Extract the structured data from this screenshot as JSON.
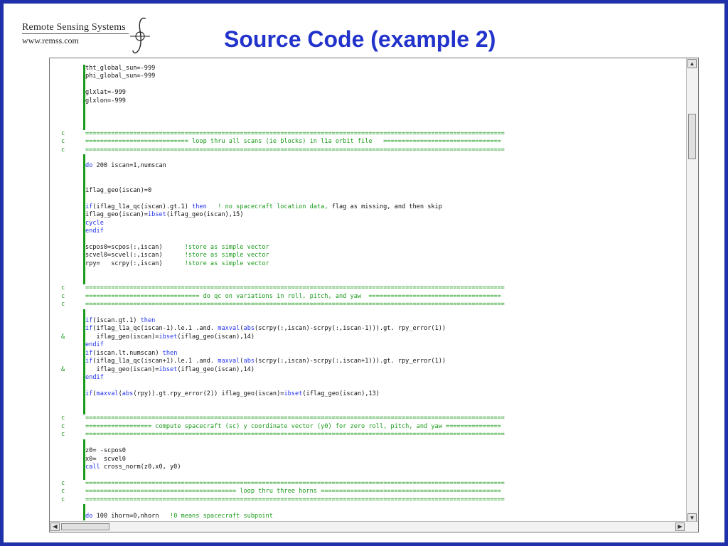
{
  "logo": {
    "line1": "Remote Sensing Systems",
    "line2": "www.remss.com"
  },
  "title": "Source Code (example 2)",
  "code_lines": [
    {
      "m": "",
      "s": [
        {
          "t": "tht_global_sun=-999",
          "c": ""
        }
      ]
    },
    {
      "m": "",
      "s": [
        {
          "t": "phi_global_sun=-999",
          "c": ""
        }
      ]
    },
    {
      "m": "",
      "s": []
    },
    {
      "m": "",
      "s": [
        {
          "t": "glxlat=-999",
          "c": ""
        }
      ]
    },
    {
      "m": "",
      "s": [
        {
          "t": "glxlon=-999",
          "c": ""
        }
      ]
    },
    {
      "m": "",
      "s": []
    },
    {
      "m": "",
      "s": []
    },
    {
      "m": "",
      "s": []
    },
    {
      "m": "c",
      "s": [
        {
          "t": "==================================================================================================================",
          "c": "cm"
        }
      ]
    },
    {
      "m": "c",
      "s": [
        {
          "t": "============================ loop thru all scans (ie blocks) in l1a orbit file   ================================",
          "c": "cm"
        }
      ]
    },
    {
      "m": "c",
      "s": [
        {
          "t": "==================================================================================================================",
          "c": "cm"
        }
      ]
    },
    {
      "m": "",
      "s": []
    },
    {
      "m": "",
      "s": [
        {
          "t": "do",
          "c": "kw"
        },
        {
          "t": " 200 iscan=1,numscan",
          "c": ""
        }
      ]
    },
    {
      "m": "",
      "s": []
    },
    {
      "m": "",
      "s": []
    },
    {
      "m": "",
      "s": [
        {
          "t": "iflag_geo(iscan)=0",
          "c": ""
        }
      ]
    },
    {
      "m": "",
      "s": []
    },
    {
      "m": "",
      "s": [
        {
          "t": "if",
          "c": "kw"
        },
        {
          "t": "(iflag_l1a_qc(iscan).gt.1) ",
          "c": ""
        },
        {
          "t": "then",
          "c": "kw"
        },
        {
          "t": "   ! no spacecraft location data, ",
          "c": "cm"
        },
        {
          "t": "flag as missing, and then skip",
          "c": ""
        }
      ]
    },
    {
      "m": "",
      "s": [
        {
          "t": "iflag_geo(iscan)=",
          "c": ""
        },
        {
          "t": "ibset",
          "c": "kw"
        },
        {
          "t": "(iflag_geo(iscan),15)",
          "c": ""
        }
      ]
    },
    {
      "m": "",
      "s": [
        {
          "t": "cycle",
          "c": "kw"
        }
      ]
    },
    {
      "m": "",
      "s": [
        {
          "t": "endif",
          "c": "kw"
        }
      ]
    },
    {
      "m": "",
      "s": []
    },
    {
      "m": "",
      "s": [
        {
          "t": "scpos0=scpos(:,iscan)      ",
          "c": ""
        },
        {
          "t": "!store as simple vector",
          "c": "cm"
        }
      ]
    },
    {
      "m": "",
      "s": [
        {
          "t": "scvel0=scvel(:,iscan)      ",
          "c": ""
        },
        {
          "t": "!store as simple vector",
          "c": "cm"
        }
      ]
    },
    {
      "m": "",
      "s": [
        {
          "t": "rpy=   scrpy(:,iscan)      ",
          "c": ""
        },
        {
          "t": "!store as simple vector",
          "c": "cm"
        }
      ]
    },
    {
      "m": "",
      "s": []
    },
    {
      "m": "",
      "s": []
    },
    {
      "m": "c",
      "s": [
        {
          "t": "==================================================================================================================",
          "c": "cm"
        }
      ]
    },
    {
      "m": "c",
      "s": [
        {
          "t": "=============================== do qc on variations in roll, pitch, and yaw  ====================================",
          "c": "cm"
        }
      ]
    },
    {
      "m": "c",
      "s": [
        {
          "t": "==================================================================================================================",
          "c": "cm"
        }
      ]
    },
    {
      "m": "",
      "s": []
    },
    {
      "m": "",
      "s": [
        {
          "t": "if",
          "c": "kw"
        },
        {
          "t": "(iscan.gt.1) ",
          "c": ""
        },
        {
          "t": "then",
          "c": "kw"
        }
      ]
    },
    {
      "m": "",
      "s": [
        {
          "t": "if",
          "c": "kw"
        },
        {
          "t": "(iflag_l1a_qc(iscan-1).le.1 .and. ",
          "c": ""
        },
        {
          "t": "maxval",
          "c": "kw"
        },
        {
          "t": "(",
          "c": ""
        },
        {
          "t": "abs",
          "c": "kw"
        },
        {
          "t": "(scrpy(:,iscan)-scrpy(:,iscan-1))).gt. rpy_error(1))",
          "c": ""
        }
      ]
    },
    {
      "m": "&",
      "s": [
        {
          "t": "   iflag_geo(iscan)=",
          "c": ""
        },
        {
          "t": "ibset",
          "c": "kw"
        },
        {
          "t": "(iflag_geo(iscan),14)",
          "c": ""
        }
      ]
    },
    {
      "m": "",
      "s": [
        {
          "t": "endif",
          "c": "kw"
        }
      ]
    },
    {
      "m": "",
      "s": [
        {
          "t": "if",
          "c": "kw"
        },
        {
          "t": "(iscan.lt.numscan) ",
          "c": ""
        },
        {
          "t": "then",
          "c": "kw"
        }
      ]
    },
    {
      "m": "",
      "s": [
        {
          "t": "if",
          "c": "kw"
        },
        {
          "t": "(iflag_l1a_qc(iscan+1).le.1 .and. ",
          "c": ""
        },
        {
          "t": "maxval",
          "c": "kw"
        },
        {
          "t": "(",
          "c": ""
        },
        {
          "t": "abs",
          "c": "kw"
        },
        {
          "t": "(scrpy(:,iscan)-scrpy(:,iscan+1))).gt. rpy_error(1))",
          "c": ""
        }
      ]
    },
    {
      "m": "&",
      "s": [
        {
          "t": "   iflag_geo(iscan)=",
          "c": ""
        },
        {
          "t": "ibset",
          "c": "kw"
        },
        {
          "t": "(iflag_geo(iscan),14)",
          "c": ""
        }
      ]
    },
    {
      "m": "",
      "s": [
        {
          "t": "endif",
          "c": "kw"
        }
      ]
    },
    {
      "m": "",
      "s": []
    },
    {
      "m": "",
      "s": [
        {
          "t": "if",
          "c": "kw"
        },
        {
          "t": "(",
          "c": ""
        },
        {
          "t": "maxval",
          "c": "kw"
        },
        {
          "t": "(",
          "c": ""
        },
        {
          "t": "abs",
          "c": "kw"
        },
        {
          "t": "(rpy)).gt.rpy_error(2)) iflag_geo(iscan)=",
          "c": ""
        },
        {
          "t": "ibset",
          "c": "kw"
        },
        {
          "t": "(iflag_geo(iscan),13)",
          "c": ""
        }
      ]
    },
    {
      "m": "",
      "s": []
    },
    {
      "m": "",
      "s": []
    },
    {
      "m": "c",
      "s": [
        {
          "t": "==================================================================================================================",
          "c": "cm"
        }
      ]
    },
    {
      "m": "c",
      "s": [
        {
          "t": "================== compute spacecraft (sc) y coordinate vector (y0) for zero roll, pitch, and yaw ===============",
          "c": "cm"
        }
      ]
    },
    {
      "m": "c",
      "s": [
        {
          "t": "==================================================================================================================",
          "c": "cm"
        }
      ]
    },
    {
      "m": "",
      "s": []
    },
    {
      "m": "",
      "s": [
        {
          "t": "z0= -scpos0",
          "c": ""
        }
      ]
    },
    {
      "m": "",
      "s": [
        {
          "t": "x0=  scvel0",
          "c": ""
        }
      ]
    },
    {
      "m": "",
      "s": [
        {
          "t": "call",
          "c": "kw"
        },
        {
          "t": " cross_norm(z0,x0, y0)",
          "c": ""
        }
      ]
    },
    {
      "m": "",
      "s": []
    },
    {
      "m": "c",
      "s": [
        {
          "t": "==================================================================================================================",
          "c": "cm"
        }
      ]
    },
    {
      "m": "c",
      "s": [
        {
          "t": "========================================= loop thru three horns =================================================",
          "c": "cm"
        }
      ]
    },
    {
      "m": "c",
      "s": [
        {
          "t": "==================================================================================================================",
          "c": "cm"
        }
      ]
    },
    {
      "m": "",
      "s": []
    },
    {
      "m": "",
      "s": [
        {
          "t": "do",
          "c": "kw"
        },
        {
          "t": " 100 ihorn=0,nhorn   ",
          "c": ""
        },
        {
          "t": "!0 means spacecraft subpoint",
          "c": "cm"
        }
      ]
    }
  ]
}
